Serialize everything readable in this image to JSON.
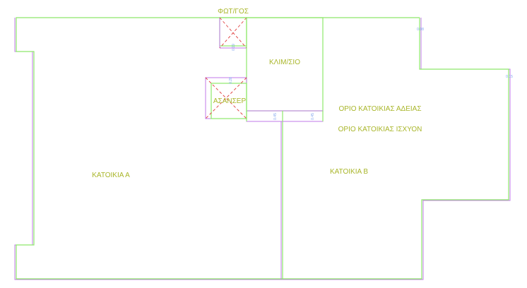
{
  "labels": {
    "light_shaft": "ΦΩΤ/ΓΟΣ",
    "stairwell": "ΚΛΙΜ/ΣΙΟ",
    "elevator": "ΑΣΑΝΣΕΡ",
    "permit_limit": "ΟΡΙΟ ΚΑΤΟΙΚΙΑΣ ΑΔΕΙΑΣ",
    "current_limit": "ΟΡΙΟ ΚΑΤΟΙΚΙΑΣ ΙΣΧΥΟΝ",
    "apartment_a": "ΚΑΤΟΙΚΙΑ Α",
    "apartment_b": "ΚΑΤΟΙΚΙΑ Β"
  },
  "dimensions": {
    "shaft": "0.19",
    "elevator": "0.28",
    "stair_left": "0.45",
    "stair_right": "0.45",
    "right_top": "0.08",
    "right_mid": "0.15"
  },
  "colors": {
    "current_outline": "#8ee86a",
    "permit_outline": "#c07ae8",
    "void_cross": "#e03a3a",
    "text": "#a9b62a",
    "dimension": "#7fa4ee"
  }
}
